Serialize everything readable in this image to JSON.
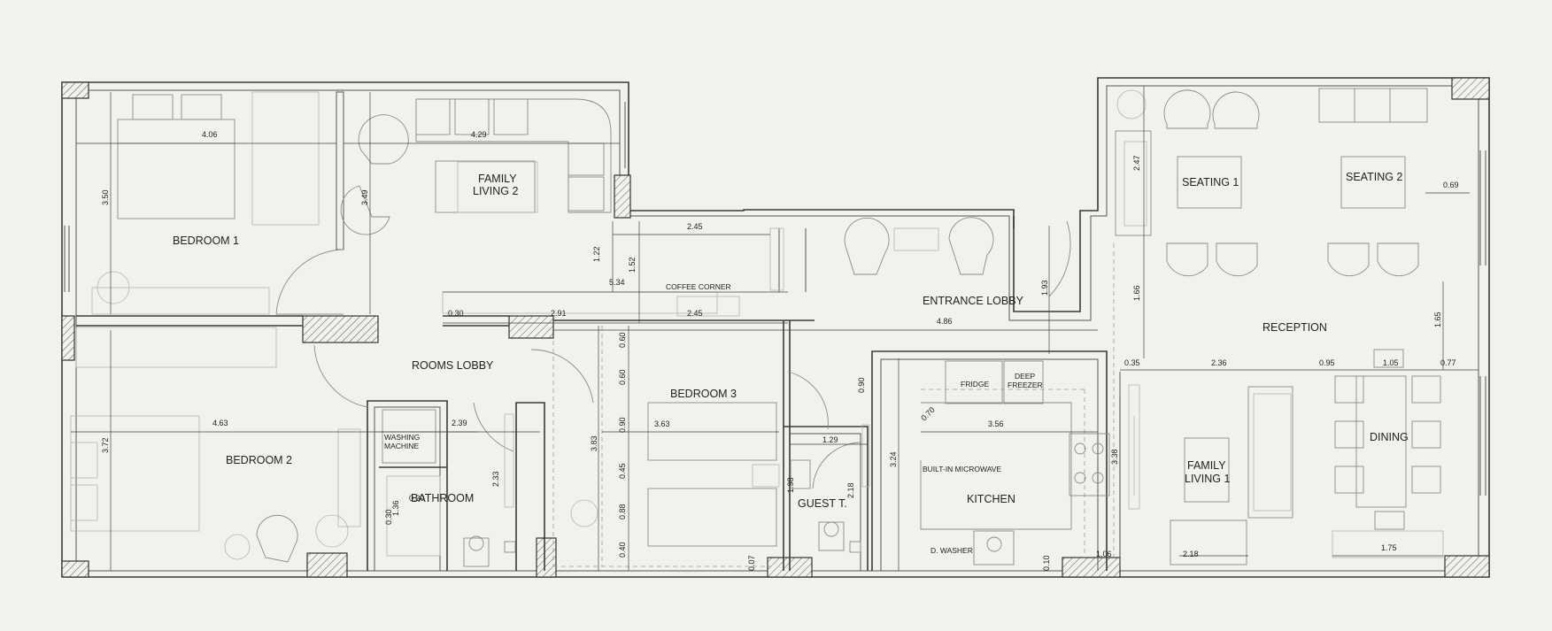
{
  "rooms": {
    "bedroom1": "BEDROOM 1",
    "family_living2_line1": "FAMILY",
    "family_living2_line2": "LIVING 2",
    "coffee_corner": "COFFEE CORNER",
    "entrance_lobby": "ENTRANCE LOBBY",
    "seating1": "SEATING 1",
    "seating2": "SEATING 2",
    "reception": "RECEPTION",
    "rooms_lobby": "ROOMS LOBBY",
    "bedroom2": "BEDROOM 2",
    "bedroom3": "BEDROOM 3",
    "bathroom": "BATHROOM",
    "guest_toilet": "GUEST T.",
    "kitchen": "KITCHEN",
    "dining": "DINING",
    "family_living1_line1": "FAMILY",
    "family_living1_line2": "LIVING 1"
  },
  "fixtures": {
    "washing_machine_line1": "WASHING",
    "washing_machine_line2": "MACHINE",
    "fridge": "FRIDGE",
    "deep_freezer_line1": "DEEP",
    "deep_freezer_line2": "FREEZER",
    "built_in_microwave": "BUILT-IN MICROWAVE",
    "dish_washer": "D. WASHER"
  },
  "dimensions": {
    "bedroom1_width": "4.06",
    "bedroom1_height": "3.50",
    "family2_width": "4.29",
    "family2_height": "3.49",
    "coffee_top": "2.45",
    "coffee_v1": "1.22",
    "coffee_v2": "1.52",
    "coffee_length": "5.34",
    "coffee_low": "2.45",
    "seat_wall_gap": "0.30",
    "lobby_span": "2.91",
    "entrance_v": "1.93",
    "entrance_width": "4.86",
    "reception_v1": "2.47",
    "reception_v2": "1.66",
    "seating2_gap": "0.69",
    "reception_right_v": "1.65",
    "reception_gap1": "0.35",
    "reception_span": "2.36",
    "reception_gap2": "0.95",
    "dining_table": "1.05",
    "reception_gap3": "0.77",
    "bedroom2_width": "4.63",
    "bedroom2_height": "3.72",
    "washer_span": "2.39",
    "bath_gap_v": "0.30",
    "bath_gap_h": "0.30",
    "bath_basin": "1.36",
    "bath_v": "2.33",
    "bedroom3_height": "3.83",
    "bed3_gap1": "0.60",
    "bed3_gap2": "0.60",
    "bed3_bed1": "0.90",
    "bed3_gap3": "0.45",
    "bed3_bed2": "0.88",
    "bed3_gap4": "0.40",
    "bedroom3_width": "3.63",
    "guest_gap": "0.90",
    "guest_width": "1.29",
    "guest_v1": "1.98",
    "guest_v2": "2.18",
    "guest_wall": "0.07",
    "kitchen_wall": "0.70",
    "kitchen_width": "3.56",
    "kitchen_height": "3.24",
    "kitchen_bottom": "0.10",
    "kitchen_door": "1.06",
    "family1_height": "3.38",
    "family1_width": "2.18",
    "dining_width": "1.75"
  }
}
